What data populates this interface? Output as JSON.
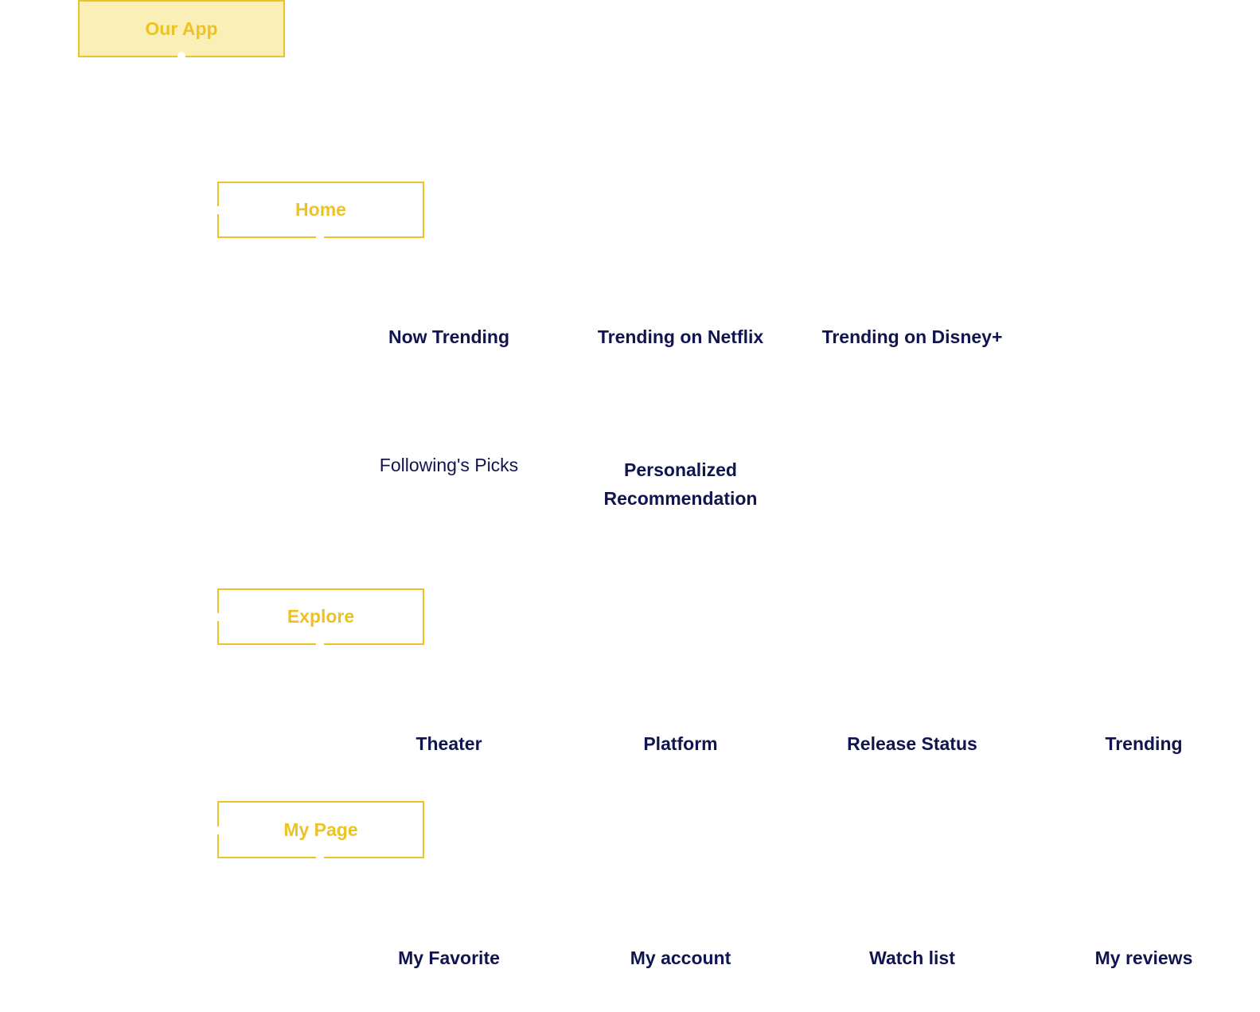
{
  "root": {
    "label": "Our App"
  },
  "sections": [
    {
      "label": "Home",
      "items": [
        "Now Trending",
        "Trending on Netflix",
        "Trending on Disney+",
        "Following's Picks",
        "Personalized\nRecommendation"
      ]
    },
    {
      "label": "Explore",
      "items": [
        "Theater",
        "Platform",
        "Release Status",
        "Trending"
      ]
    },
    {
      "label": "My Page",
      "items": [
        "My Favorite",
        "My account",
        "Watch list",
        "My reviews"
      ]
    }
  ],
  "colors": {
    "accent": "#ecc322",
    "accent_fill": "#faefb6",
    "text": "#101550"
  }
}
